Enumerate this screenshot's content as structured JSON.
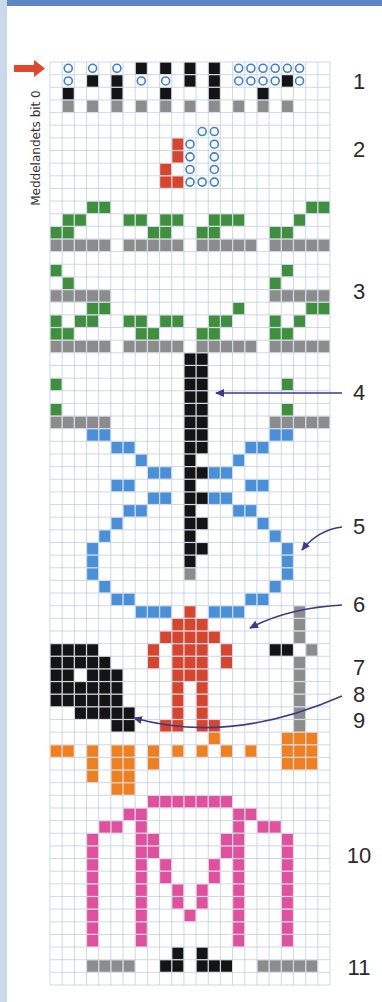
{
  "diagram": {
    "labels": [
      "Meddelandets bit 0",
      "1",
      "2",
      "3",
      "4",
      "5",
      "6",
      "7",
      "8",
      "9",
      "10",
      "11"
    ]
  }
}
